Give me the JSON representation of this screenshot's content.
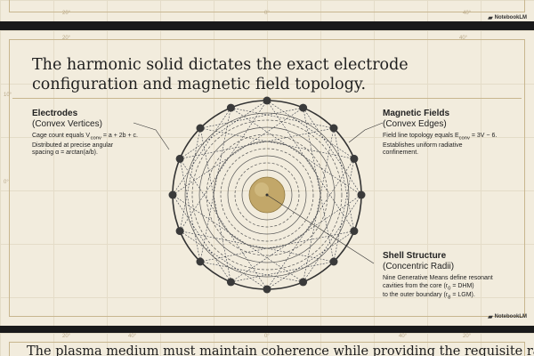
{
  "top_slide": {
    "ticks": [
      "20°",
      "0°",
      "40°"
    ],
    "badge": "NotebookLM",
    "logo_icon": "notebooklm-logo-icon"
  },
  "main_slide": {
    "title": "The harmonic solid dictates the exact electrode configuration and magnetic field topology.",
    "ticks": {
      "top_left": "20°",
      "top_right": "40°",
      "left_mid": "0°",
      "left_upper": "10°"
    },
    "electrodes": {
      "heading": "Electrodes",
      "subheading": "(Convex Vertices)",
      "line1": "Cage count equals V ",
      "line1_sub": "conv",
      "line1_tail": " = a + 2b + c.",
      "line2": "Distributed at precise angular",
      "line3": "spacing α = arctan(a/b)."
    },
    "fields": {
      "heading": "Magnetic Fields",
      "subheading": "(Convex Edges)",
      "line1": "Field line topology equals E",
      "line1_sub": "conv",
      "line1_tail": " = 3V − 6.",
      "line2": "Establishes uniform radiative",
      "line3": "confinement."
    },
    "shell": {
      "heading": "Shell Structure",
      "subheading": "(Concentric Radii)",
      "line1": "Nine Generative Means define resonant",
      "line2a": "cavities from the core (r",
      "line2_sub": "0",
      "line2b": " = DHM)",
      "line3a": "to the outer boundary (r",
      "line3_sub": "8",
      "line3b": " = LGM)."
    },
    "badge": "NotebookLM",
    "logo_icon": "notebooklm-logo-icon",
    "electrode_count": 16,
    "shell_count": 9,
    "colors": {
      "core": "#c2a769",
      "node": "#3a3a3a",
      "line": "#3a3f4a"
    }
  },
  "bottom_slide": {
    "ticks": [
      "20°",
      "40°",
      "0°",
      "40°",
      "20°"
    ],
    "title": "The plasma medium must maintain coherence while providing the requisite raw nucleons"
  }
}
